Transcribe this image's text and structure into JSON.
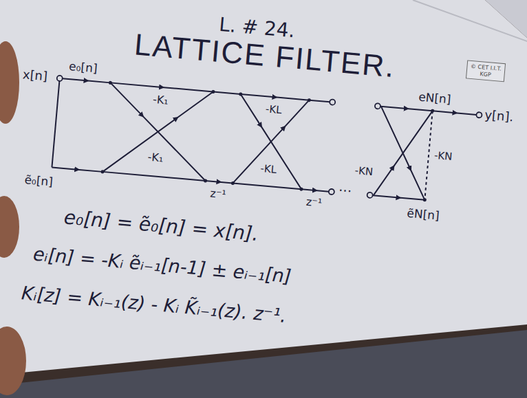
{
  "diagram": {
    "title": "LATTICE FILTER.",
    "nodes": [
      {
        "text": [
          "© CET I.I.T. KGP"
        ]
      }
    ],
    "labels": [
      "L. # 24.",
      "x[n]",
      "e₀[n]",
      "ẽ₀[n]",
      "-K₁",
      "-K₁",
      "z⁻¹",
      "-KL",
      "-KL",
      "z⁻¹",
      "...",
      "eN[n]",
      "y[n].",
      "-KN",
      "-KN",
      "ẽN[n]",
      "e₀[n] = ẽ₀[n] = x[n].",
      "eᵢ[n] = -Kᵢ ẽᵢ₋₁[n-1] ± eᵢ₋₁[n]",
      "Kᵢ[z] = Kᵢ₋₁(z) - Kᵢ K̃ᵢ₋₁(z). z⁻¹."
    ]
  }
}
